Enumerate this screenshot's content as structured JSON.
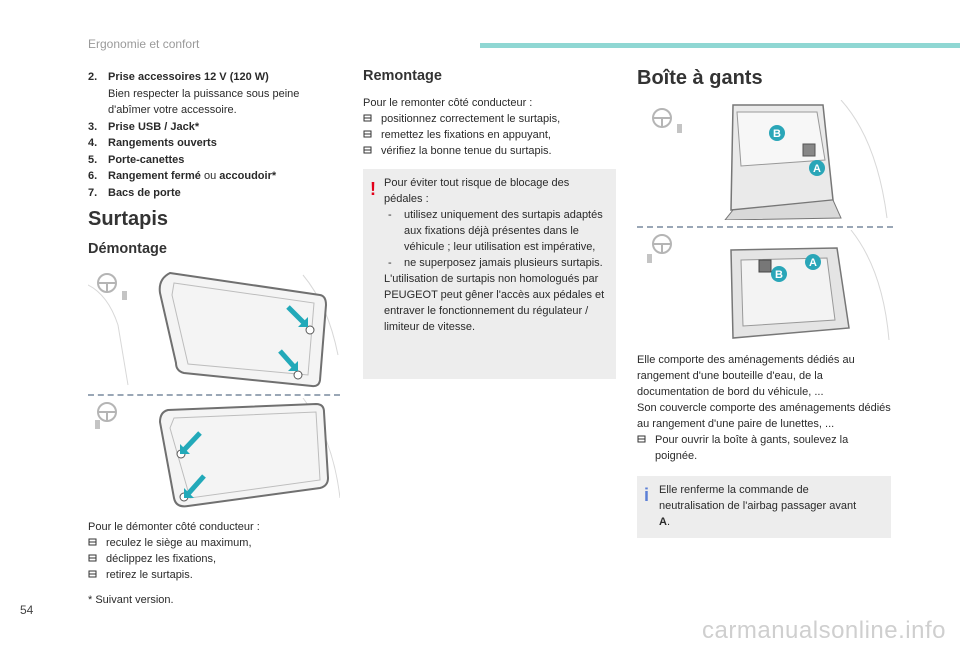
{
  "header": {
    "section_title": "Ergonomie et confort",
    "accent_color": "#8fd7d3"
  },
  "page_number": "54",
  "watermark": "carmanualsonline.info",
  "list_items": [
    {
      "num": "2.",
      "title": "Prise accessoires 12 V (120 W)",
      "desc": "Bien respecter la puissance sous peine d'abîmer votre accessoire."
    },
    {
      "num": "3.",
      "title": "Prise USB / Jack*"
    },
    {
      "num": "4.",
      "title": "Rangements ouverts"
    },
    {
      "num": "5.",
      "title": "Porte-canettes"
    },
    {
      "num": "6.",
      "title": "Rangement fermé",
      "mid": " ou ",
      "title2": "accoudoir*"
    },
    {
      "num": "7.",
      "title": "Bacs de porte"
    }
  ],
  "surtapis": {
    "title": "Surtapis",
    "demontage_title": "Démontage",
    "demontage_intro": "Pour le démonter côté conducteur :",
    "demontage_steps": [
      "reculez le siège au maximum,",
      "déclippez les fixations,",
      "retirez le surtapis."
    ],
    "footnote": "*  Suivant version."
  },
  "remontage": {
    "title": "Remontage",
    "intro": "Pour le remonter côté conducteur :",
    "steps": [
      "positionnez correctement le surtapis,",
      "remettez les fixations en appuyant,",
      "vérifiez la bonne tenue du surtapis."
    ]
  },
  "warning": {
    "icon": "!",
    "intro": "Pour éviter tout risque de blocage des pédales :",
    "dash_items": [
      "utilisez uniquement des surtapis adaptés aux fixations déjà présentes dans le véhicule ; leur utilisation est impérative,",
      "ne superposez jamais plusieurs surtapis."
    ],
    "outro": "L'utilisation de surtapis non homologués par PEUGEOT peut gêner l'accès aux pédales et entraver le fonctionnement du régulateur / limiteur de vitesse."
  },
  "boite": {
    "title": "Boîte à gants",
    "label_b": "B",
    "label_a": "A",
    "desc1": "Elle comporte des aménagements dédiés au rangement d'une bouteille d'eau, de la documentation de bord du véhicule, ...",
    "desc2": "Son couvercle comporte des aménagements dédiés au rangement d'une paire de lunettes, ...",
    "step": "Pour ouvrir la boîte à gants, soulevez la poignée."
  },
  "info": {
    "icon": "i",
    "text_prefix": "Elle renferme la commande de neutralisation de l'airbag passager avant ",
    "text_bold": "A",
    "text_suffix": "."
  },
  "colors": {
    "warning": "#e2001a",
    "info": "#5b7fd6",
    "label_badge": "#2aa6b8",
    "arrow": "#22a9b9"
  }
}
